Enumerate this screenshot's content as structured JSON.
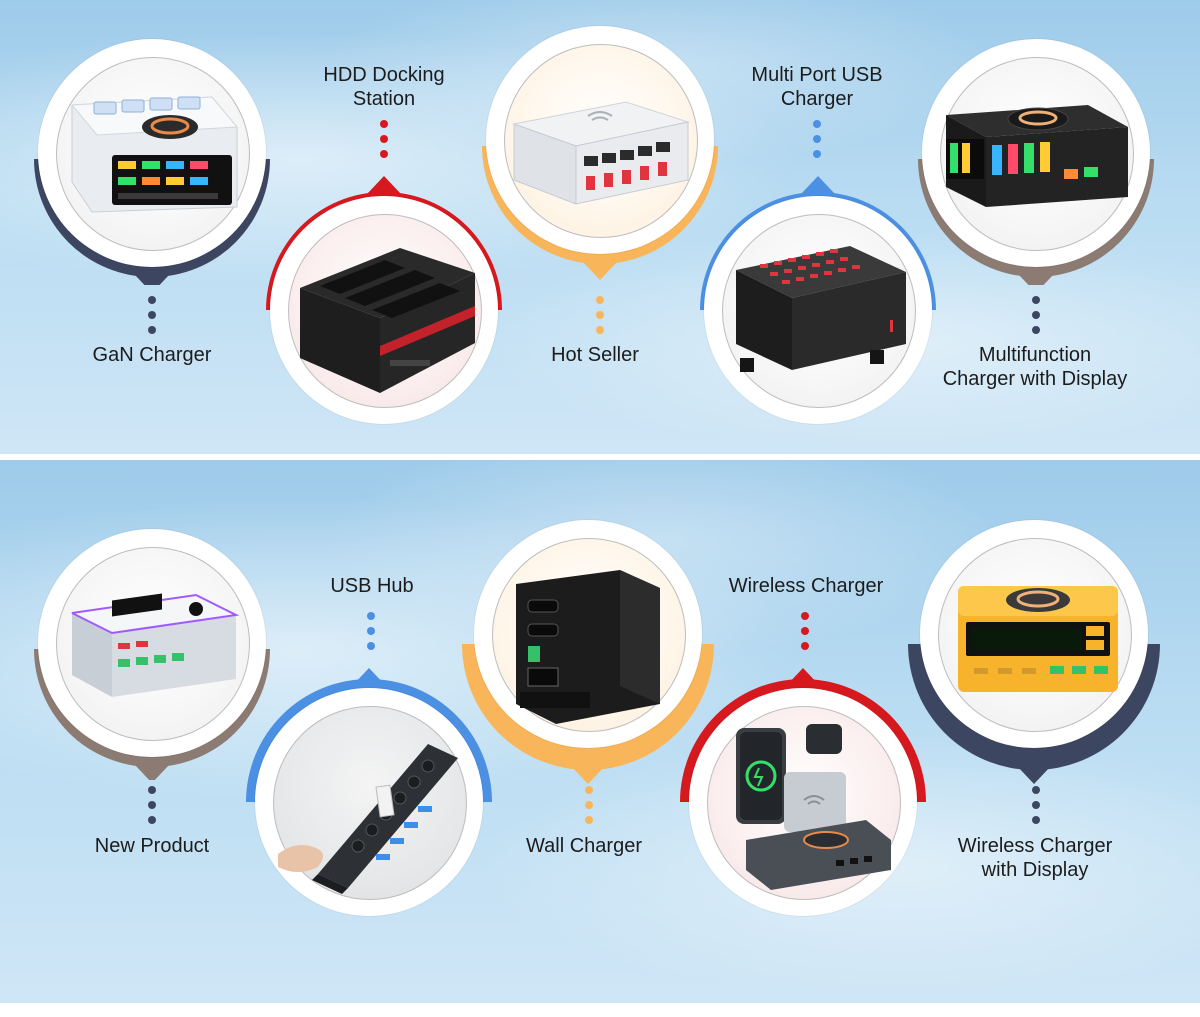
{
  "colors": {
    "navy": "#3d4661",
    "red": "#d6191f",
    "gold": "#f8b55a",
    "blue": "#4b90e3",
    "brown": "#8c7b72"
  },
  "top_row": [
    {
      "label": "GaN Charger",
      "product_icon": "gan-charger-with-wireless-pad-image"
    },
    {
      "label": "HDD Docking\nStation",
      "product_icon": "hdd-docking-station-image"
    },
    {
      "label": "Hot Seller",
      "product_icon": "multi-port-wireless-charger-image"
    },
    {
      "label": "Multi Port USB\nCharger",
      "product_icon": "multi-port-usb-charger-image"
    },
    {
      "label": "Multifunction\nCharger with Display",
      "product_icon": "display-charger-with-wireless-pad-image"
    }
  ],
  "bottom_row": [
    {
      "label": "New Product",
      "product_icon": "rgb-desktop-charger-image"
    },
    {
      "label": "USB Hub",
      "product_icon": "usb-hub-with-switches-image"
    },
    {
      "label": "Wall Charger",
      "product_icon": "pd-wall-charger-image"
    },
    {
      "label": "Wireless Charger",
      "product_icon": "three-in-one-wireless-stand-image"
    },
    {
      "label": "Wireless Charger\nwith Display",
      "product_icon": "yellow-display-wireless-charger-image"
    }
  ]
}
